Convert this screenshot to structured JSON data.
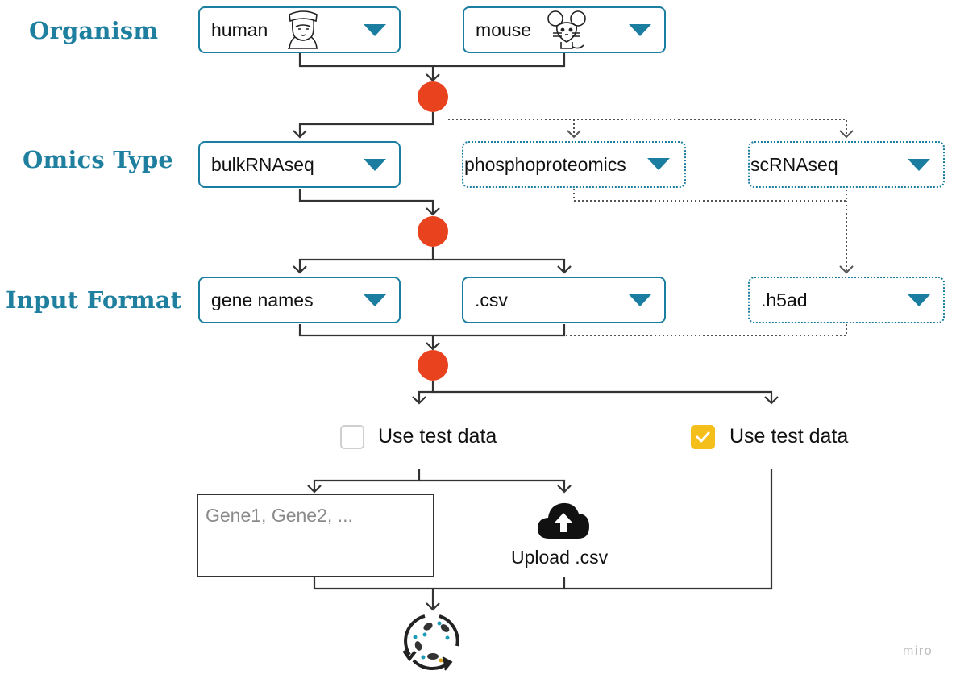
{
  "labels": {
    "organism": "Organism",
    "omics": "Omics Type",
    "input": "Input Format"
  },
  "organism": {
    "human": "human",
    "mouse": "mouse"
  },
  "omics": {
    "bulk": "bulkRNAseq",
    "phospho": "phosphoproteomics",
    "sc": "scRNAseq"
  },
  "input_format": {
    "gene_names": "gene names",
    "csv": ".csv",
    "h5ad": ".h5ad"
  },
  "test_data": {
    "unchecked_label": "Use test data",
    "checked_label": "Use test data"
  },
  "gene_input": {
    "placeholder": "Gene1, Gene2, ..."
  },
  "upload": {
    "label": "Upload .csv"
  },
  "watermark": "miro",
  "icons": {
    "human": "human-face-icon",
    "mouse": "mouse-icon",
    "upload": "cloud-upload-icon",
    "process": "cycle-process-icon",
    "caret": "caret-down-icon"
  },
  "colors": {
    "accent": "#1b7ea0",
    "junction": "#e8431e",
    "checkbox_checked": "#f5bf1b"
  }
}
